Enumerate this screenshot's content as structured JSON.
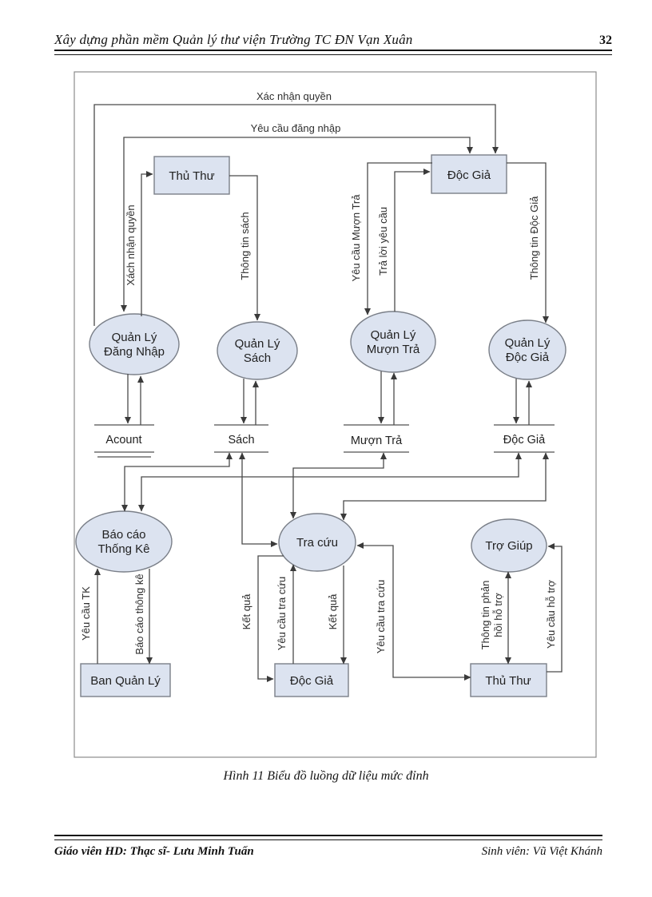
{
  "header": {
    "title": "Xây dựng phần mềm Quản lý thư viện Trường TC ĐN Vạn Xuân",
    "page_number": "32"
  },
  "caption": "Hình 11  Biểu đồ luồng dữ liệu mức đỉnh",
  "footer": {
    "left": "Giáo viên HD: Thạc sĩ- Lưu Minh Tuấn",
    "right": "Sinh viên: Vũ Việt Khánh"
  },
  "diagram": {
    "entities": {
      "thu_thu_top": "Thủ Thư",
      "doc_gia_top": "Độc Giả",
      "ban_quan_ly": "Ban Quản Lý",
      "doc_gia_bottom": "Độc Giả",
      "thu_thu_bottom": "Thủ Thư"
    },
    "processes": {
      "ql_dang_nhap": {
        "l1": "Quản Lý",
        "l2": "Đăng Nhập"
      },
      "ql_sach": {
        "l1": "Quản Lý",
        "l2": "Sách"
      },
      "ql_muon_tra": {
        "l1": "Quản Lý",
        "l2": "Mượn Trả"
      },
      "ql_doc_gia": {
        "l1": "Quản Lý",
        "l2": "Độc Giả"
      },
      "bao_cao_thong_ke": {
        "l1": "Báo cáo",
        "l2": "Thống Kê"
      },
      "tra_cuu": {
        "l1": "Tra cứu"
      },
      "tro_giup": {
        "l1": "Trợ Giúp"
      }
    },
    "datastores": {
      "acount": "Acount",
      "sach": "Sách",
      "muon_tra": "Mượn Trả",
      "doc_gia": "Độc Giả"
    },
    "flows": {
      "xac_nhan_quyen": "Xác nhận quyền",
      "yeu_cau_dang_nhap": "Yêu cầu đăng nhập",
      "xach_nhan_quyen": "Xách nhận quyền",
      "thong_tin_sach": "Thông tin sách",
      "yeu_cau_muon_tra": "Yêu cầu Mượn Trả",
      "tra_loi_yeu_cau": "Trả lời yêu cầu",
      "thong_tin_doc_gia": "Thông tin Độc Giả",
      "yeu_cau_tk": "Yêu cầu TK",
      "bao_cao_thong_ke": "Báo cáo thông kê",
      "ket_qua_1": "Kết quả",
      "yeu_cau_tra_cuu_1": "Yêu cầu tra cứu",
      "ket_qua_2": "Kết quả",
      "yeu_cau_tra_cuu_2": "Yêu cầu tra cứu",
      "thong_tin_phan_hoi_l1": "Thông tin phản",
      "thong_tin_phan_hoi_l2": "hồi hỗ trợ",
      "yeu_cau_ho_tro": "Yêu cầu hỗ trợ"
    },
    "colors": {
      "node_fill": "#dce3f0",
      "node_border": "#7a7f88",
      "line": "#4a4a4a",
      "border": "#8c8c8c"
    }
  }
}
